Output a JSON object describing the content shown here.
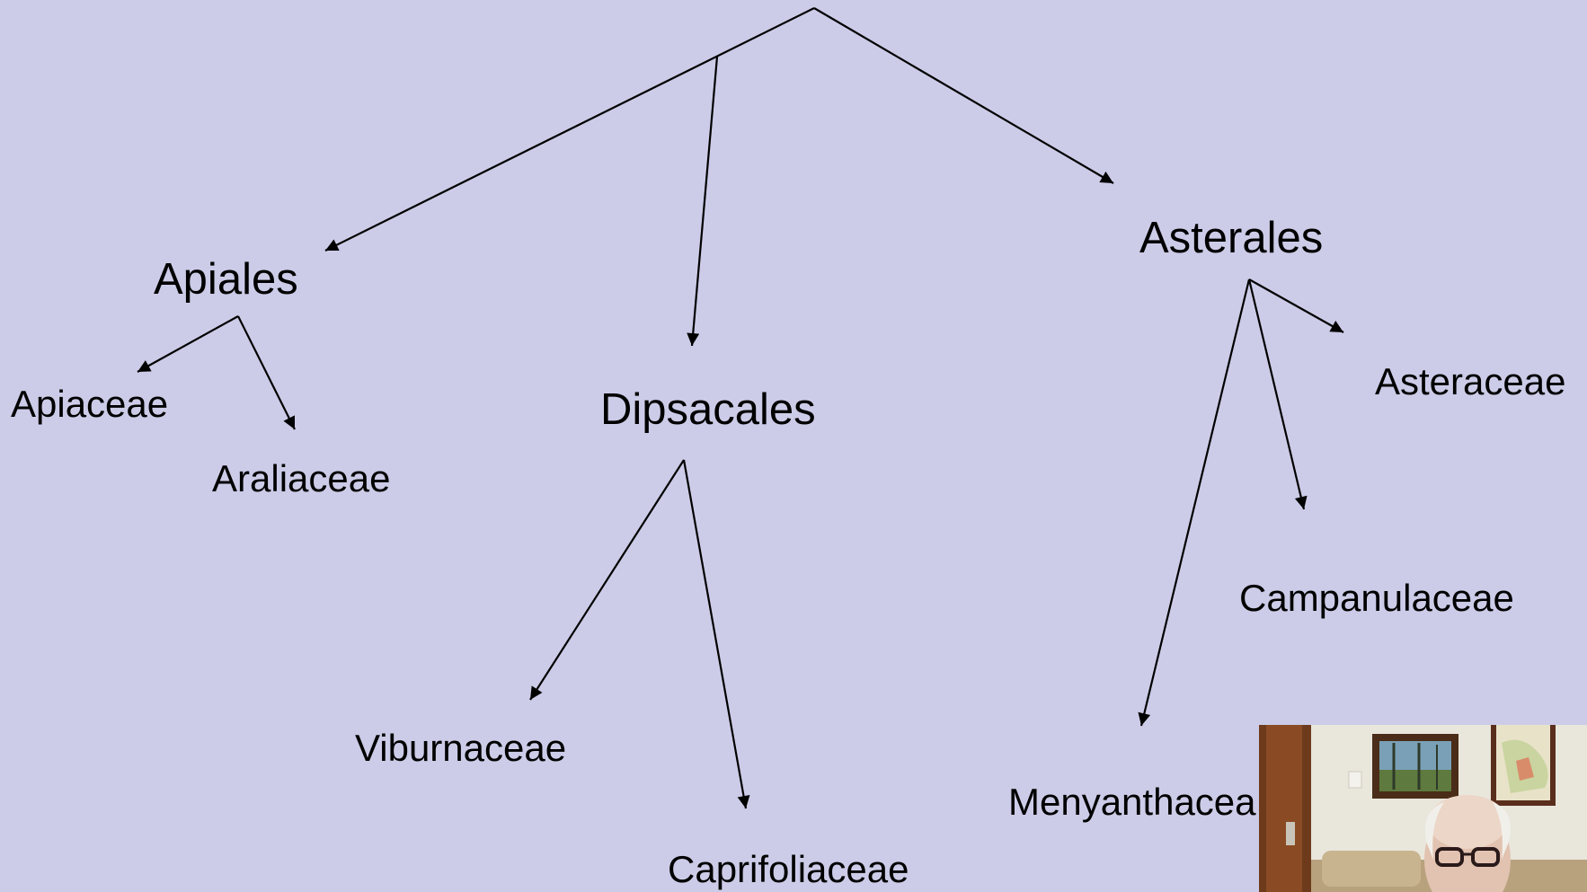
{
  "orders": {
    "apiales": "Apiales",
    "dipsacales": "Dipsacales",
    "asterales": "Asterales"
  },
  "families": {
    "apiaceae": "Apiaceae",
    "araliaceae": "Araliaceae",
    "viburnaceae": "Viburnaceae",
    "caprifoliaceae": "Caprifoliaceae",
    "asteraceae": "Asteraceae",
    "campanulaceae": "Campanulaceae",
    "menyanthaceae": "Menyanthacea"
  },
  "colors": {
    "background": "#cccce8",
    "line": "#000000"
  }
}
